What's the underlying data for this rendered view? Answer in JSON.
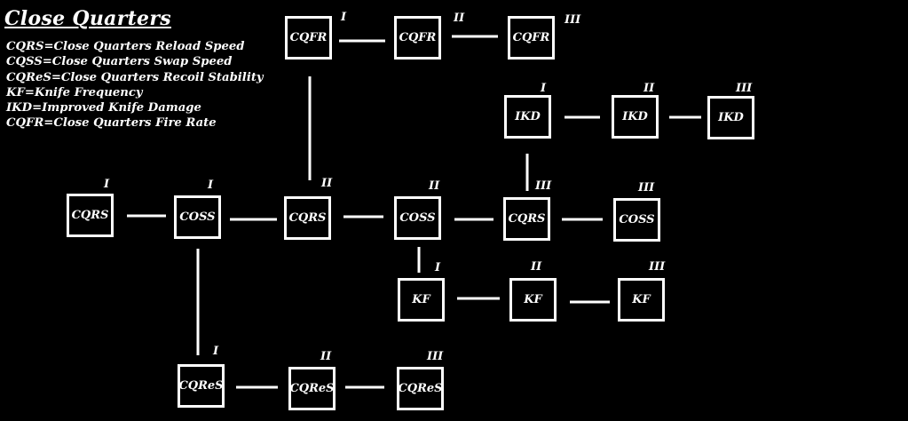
{
  "title": "Close Quarters",
  "legend": [
    "CQRS=Close Quarters Reload Speed",
    "CQSS=Close Quarters Swap Speed",
    "CQReS=Close Quarters Recoil Stability",
    "KF=Knife Frequency",
    "IKD=Improved Knife Damage",
    "CQFR=Close Quarters Fire Rate"
  ],
  "nodes": {
    "cqfr1": {
      "label": "CQFR",
      "tier": "I"
    },
    "cqfr2": {
      "label": "CQFR",
      "tier": "II"
    },
    "cqfr3": {
      "label": "CQFR",
      "tier": "III"
    },
    "ikd1": {
      "label": "IKD",
      "tier": "I"
    },
    "ikd2": {
      "label": "IKD",
      "tier": "II"
    },
    "ikd3": {
      "label": "IKD",
      "tier": "III"
    },
    "cqrs1": {
      "label": "CQRS",
      "tier": "I"
    },
    "coss1": {
      "label": "COSS",
      "tier": "I"
    },
    "cqrs2": {
      "label": "CQRS",
      "tier": "II"
    },
    "coss2": {
      "label": "COSS",
      "tier": "II"
    },
    "cqrs3": {
      "label": "CQRS",
      "tier": "III"
    },
    "coss3": {
      "label": "COSS",
      "tier": "III"
    },
    "kf1": {
      "label": "KF",
      "tier": "I"
    },
    "kf2": {
      "label": "KF",
      "tier": "II"
    },
    "kf3": {
      "label": "KF",
      "tier": "III"
    },
    "cqres1": {
      "label": "CQReS",
      "tier": "I"
    },
    "cqres2": {
      "label": "CQReS",
      "tier": "II"
    },
    "cqres3": {
      "label": "CQReS",
      "tier": "III"
    }
  }
}
